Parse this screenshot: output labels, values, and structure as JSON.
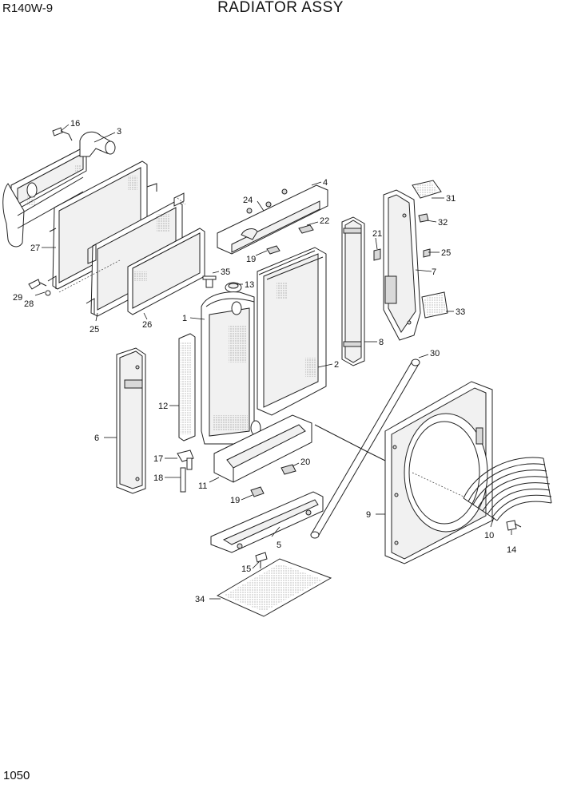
{
  "header": {
    "model": "R140W-9",
    "title": "RADIATOR ASSY"
  },
  "footer": {
    "page_number": "1050"
  },
  "callouts": {
    "c1": "1",
    "c2": "2",
    "c3": "3",
    "c4": "4",
    "c5": "5",
    "c6": "6",
    "c7": "7",
    "c8": "8",
    "c9": "9",
    "c10": "10",
    "c11": "11",
    "c12": "12",
    "c13": "13",
    "c14": "14",
    "c15": "15",
    "c16": "16",
    "c17": "17",
    "c18": "18",
    "c19a": "19",
    "c19b": "19",
    "c20": "20",
    "c21": "21",
    "c22": "22",
    "c24": "24",
    "c25a": "25",
    "c25b": "25",
    "c26": "26",
    "c27": "27",
    "c28": "28",
    "c29": "29",
    "c30": "30",
    "c31": "31",
    "c32": "32",
    "c33": "33",
    "c34": "34",
    "c35": "35"
  }
}
